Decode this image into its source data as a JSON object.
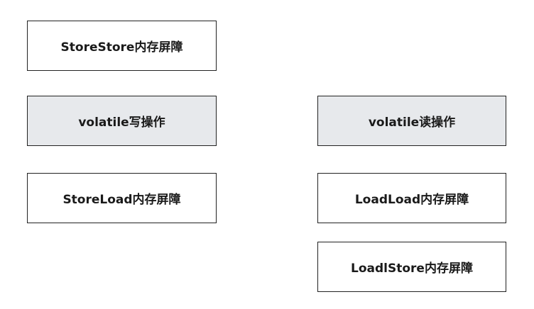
{
  "left_column": {
    "storestore_barrier": "StoreStore内存屏障",
    "volatile_write": "volatile写操作",
    "storeload_barrier": "StoreLoad内存屏障"
  },
  "right_column": {
    "volatile_read": "volatile读操作",
    "loadload_barrier": "LoadLoad内存屏障",
    "loadstore_barrier": "LoadlStore内存屏障"
  },
  "colors": {
    "operation_fill": "#e7e9ec",
    "barrier_fill": "#ffffff",
    "border": "#222222"
  }
}
